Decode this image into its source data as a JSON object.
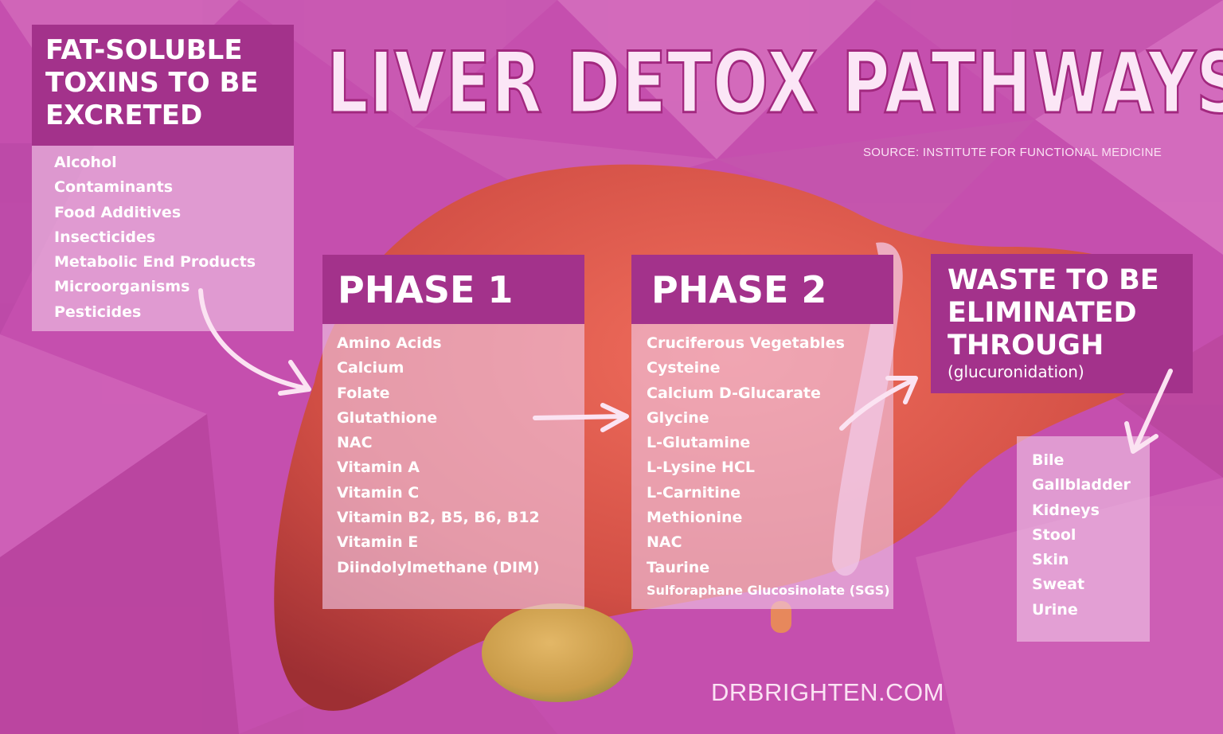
{
  "title": "LIVER DETOX PATHWAYS",
  "source": "SOURCE: INSTITUTE FOR FUNCTIONAL MEDICINE",
  "website": "DRBRIGHTEN.COM",
  "colors": {
    "background": "#c44fae",
    "header_box": "#a3328b",
    "body_box": "rgba(240,200,230,0.62)",
    "liver": "#d9564b",
    "gallbladder": "#c9a24a"
  },
  "toxins": {
    "heading": "FAT-SOLUBLE TOXINS TO BE EXCRETED",
    "items": [
      "Alcohol",
      "Contaminants",
      "Food Additives",
      "Insecticides",
      "Metabolic End Products",
      "Microorganisms",
      "Pesticides"
    ]
  },
  "phase1": {
    "heading": "PHASE 1",
    "items": [
      "Amino Acids",
      "Calcium",
      "Folate",
      "Glutathione",
      "NAC",
      "Vitamin A",
      "Vitamin C",
      "Vitamin B2, B5, B6, B12",
      "Vitamin E",
      "Diindolylmethane (DIM)"
    ]
  },
  "phase2": {
    "heading": "PHASE 2",
    "items": [
      "Cruciferous Vegetables",
      "Cysteine",
      "Calcium D-Glucarate",
      "Glycine",
      "L-Glutamine",
      "L-Lysine HCL",
      "L-Carnitine",
      "Methionine",
      "NAC",
      "Taurine",
      "Sulforaphane Glucosinolate (SGS)"
    ]
  },
  "waste": {
    "heading": "WASTE TO BE ELIMINATED THROUGH",
    "subheading": "(glucuronidation)",
    "items": [
      "Bile",
      "Gallbladder",
      "Kidneys",
      "Stool",
      "Skin",
      "Sweat",
      "Urine"
    ]
  }
}
